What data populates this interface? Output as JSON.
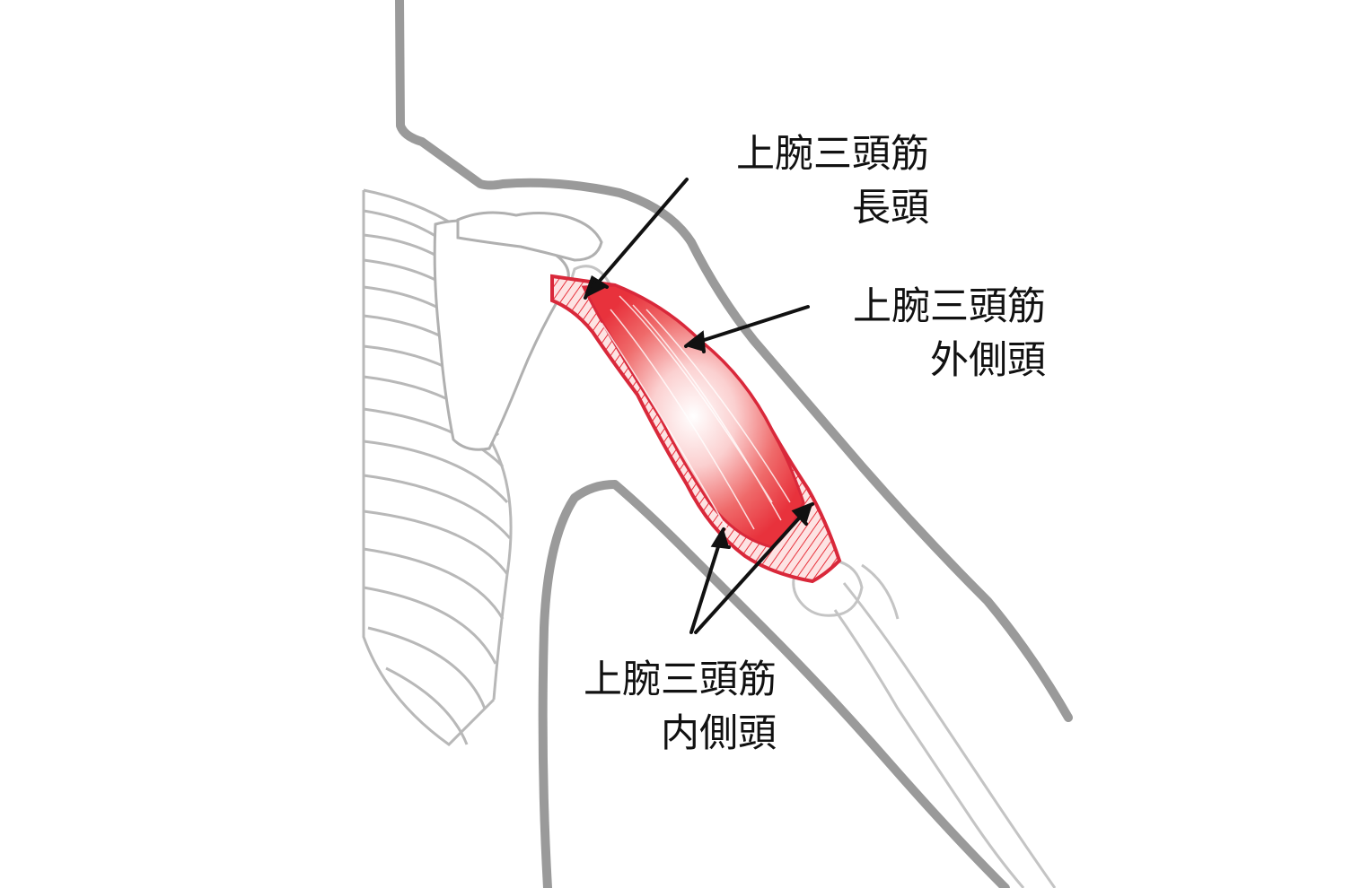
{
  "labels": {
    "long_head": {
      "line1": "上腕三頭筋",
      "line2": "長頭"
    },
    "lateral_head": {
      "line1": "上腕三頭筋",
      "line2": "外側頭"
    },
    "medial_head": {
      "line1": "上腕三頭筋",
      "line2": "内側頭"
    }
  },
  "colors": {
    "outline": "#9a9a9a",
    "bone": "#b8b8b8",
    "muscle": "#e8323c",
    "muscle_edge": "#d9283a",
    "arrow": "#111111"
  }
}
